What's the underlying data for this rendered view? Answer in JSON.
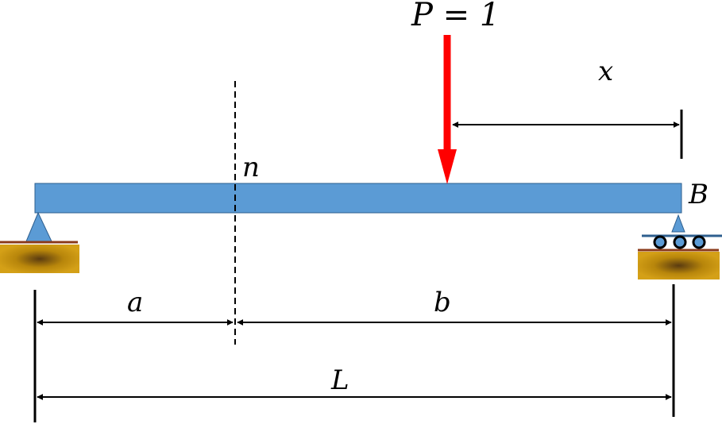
{
  "load": {
    "label": "P = 1",
    "color": "#ff0000"
  },
  "labels": {
    "section": "n",
    "support_b": "B",
    "dim_x": "x",
    "dim_a": "a",
    "dim_b": "b",
    "dim_L": "L"
  },
  "colors": {
    "beam_fill": "#5b9bd5",
    "beam_stroke": "#2e5f8f",
    "support_triangle": "#5b9bd5",
    "ground_top": "#8b3a1a",
    "ground_fill": "#d4a017",
    "roller_fill": "#5b9bd5",
    "line": "#000000"
  }
}
